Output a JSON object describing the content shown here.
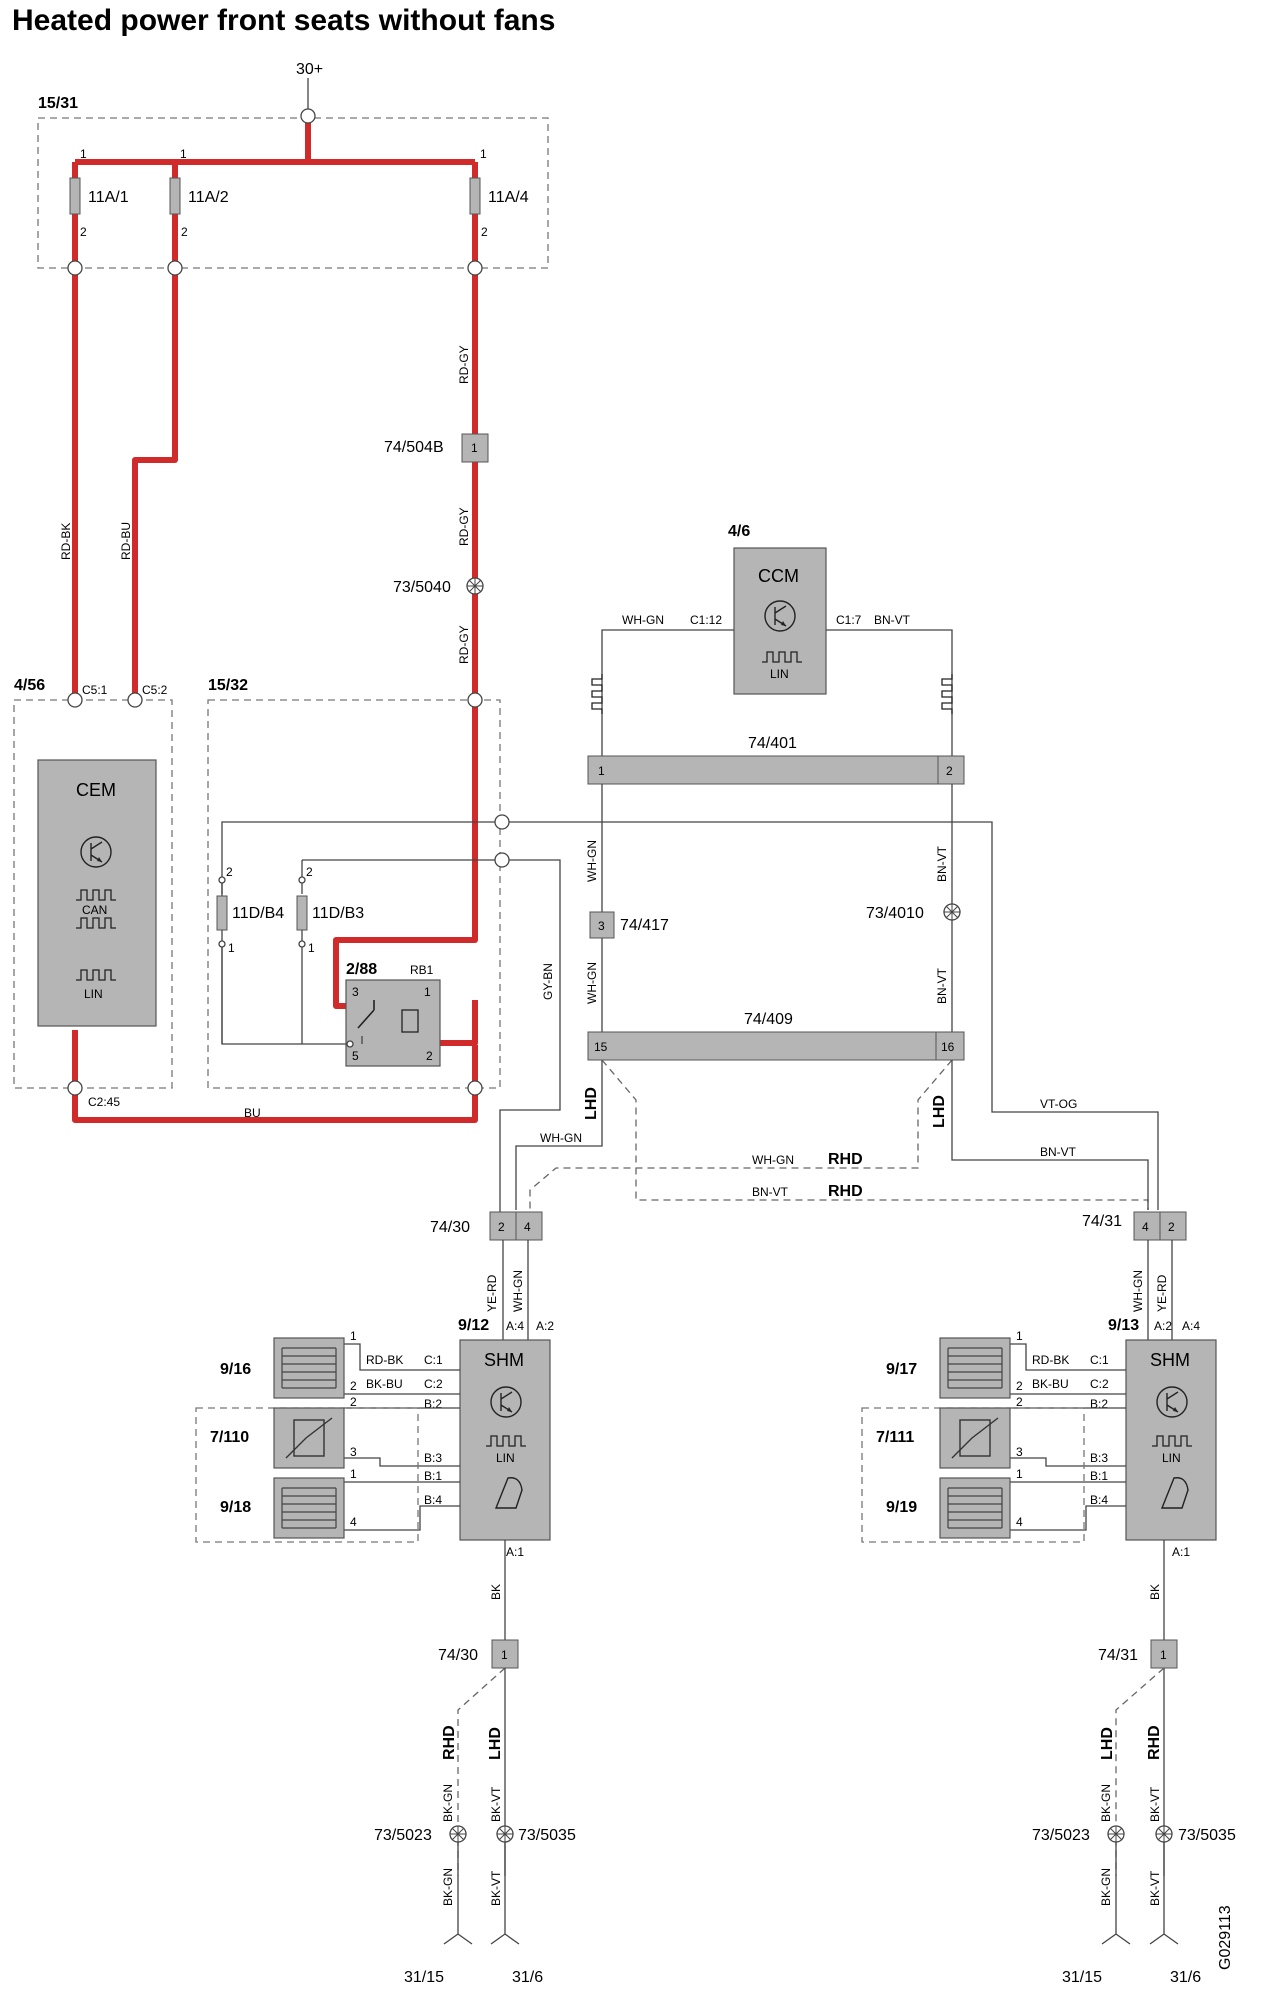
{
  "title": "Heated power front seats without fans",
  "doc_id": "G029113",
  "supply": "30+",
  "fusebox_main": {
    "label": "15/31",
    "fuses": [
      "11A/1",
      "11A/2",
      "11A/4"
    ],
    "pin_top": "1",
    "pin_bottom": "2"
  },
  "fusebox_relay": {
    "label": "15/32",
    "fuses": [
      "11D/B4",
      "11D/B3"
    ],
    "pin_top": "2",
    "pin_bottom": "1"
  },
  "cem": {
    "ref": "4/56",
    "name": "CEM",
    "can": "CAN",
    "lin": "LIN",
    "pin_c5_1": "C5:1",
    "pin_c5_2": "C5:2",
    "pin_c2_45": "C2:45"
  },
  "ccm": {
    "ref": "4/6",
    "name": "CCM",
    "lin": "LIN",
    "pin_left": "C1:12",
    "pin_right": "C1:7"
  },
  "relay": {
    "ref": "2/88",
    "name": "RB1",
    "pins": [
      "3",
      "1",
      "5",
      "2"
    ]
  },
  "connectors": {
    "c504b": "74/504B",
    "c401": "74/401",
    "c417": "74/417",
    "c409": "74/409",
    "c30": "74/30",
    "c31": "74/31",
    "pin_1": "1",
    "pin_2": "2",
    "pin_3": "3",
    "pin_4": "4",
    "pin_15": "15",
    "pin_16": "16"
  },
  "splices": {
    "s5040": "73/5040",
    "s4010": "73/4010",
    "s5023": "73/5023",
    "s5035": "73/5035"
  },
  "grounds": {
    "g1": "31/15",
    "g2": "31/6"
  },
  "variants": {
    "lhd": "LHD",
    "rhd": "RHD"
  },
  "wires": {
    "rd_bk": "RD-BK",
    "rd_bu": "RD-BU",
    "rd_gy": "RD-GY",
    "wh_gn": "WH-GN",
    "bn_vt": "BN-VT",
    "gy_bn": "GY-BN",
    "bu": "BU",
    "vt_og": "VT-OG",
    "ye_rd": "YE-RD",
    "bk": "BK",
    "bk_bu": "BK-BU",
    "bk_gn": "BK-GN",
    "bk_vt": "BK-VT"
  },
  "shm_left": {
    "ref": "9/12",
    "name": "SHM",
    "lin": "LIN",
    "pins": [
      "A:4",
      "A:2",
      "C:1",
      "C:2",
      "B:2",
      "B:3",
      "B:1",
      "B:4",
      "A:1"
    ],
    "heaters": [
      "9/16",
      "7/110",
      "9/18"
    ]
  },
  "shm_right": {
    "ref": "9/13",
    "name": "SHM",
    "lin": "LIN",
    "pins": [
      "A:2",
      "A:4",
      "C:1",
      "C:2",
      "B:2",
      "B:3",
      "B:1",
      "B:4",
      "A:1"
    ],
    "heaters": [
      "9/17",
      "7/111",
      "9/19"
    ]
  },
  "heater_pins": [
    "1",
    "2",
    "2",
    "3",
    "1",
    "4"
  ]
}
